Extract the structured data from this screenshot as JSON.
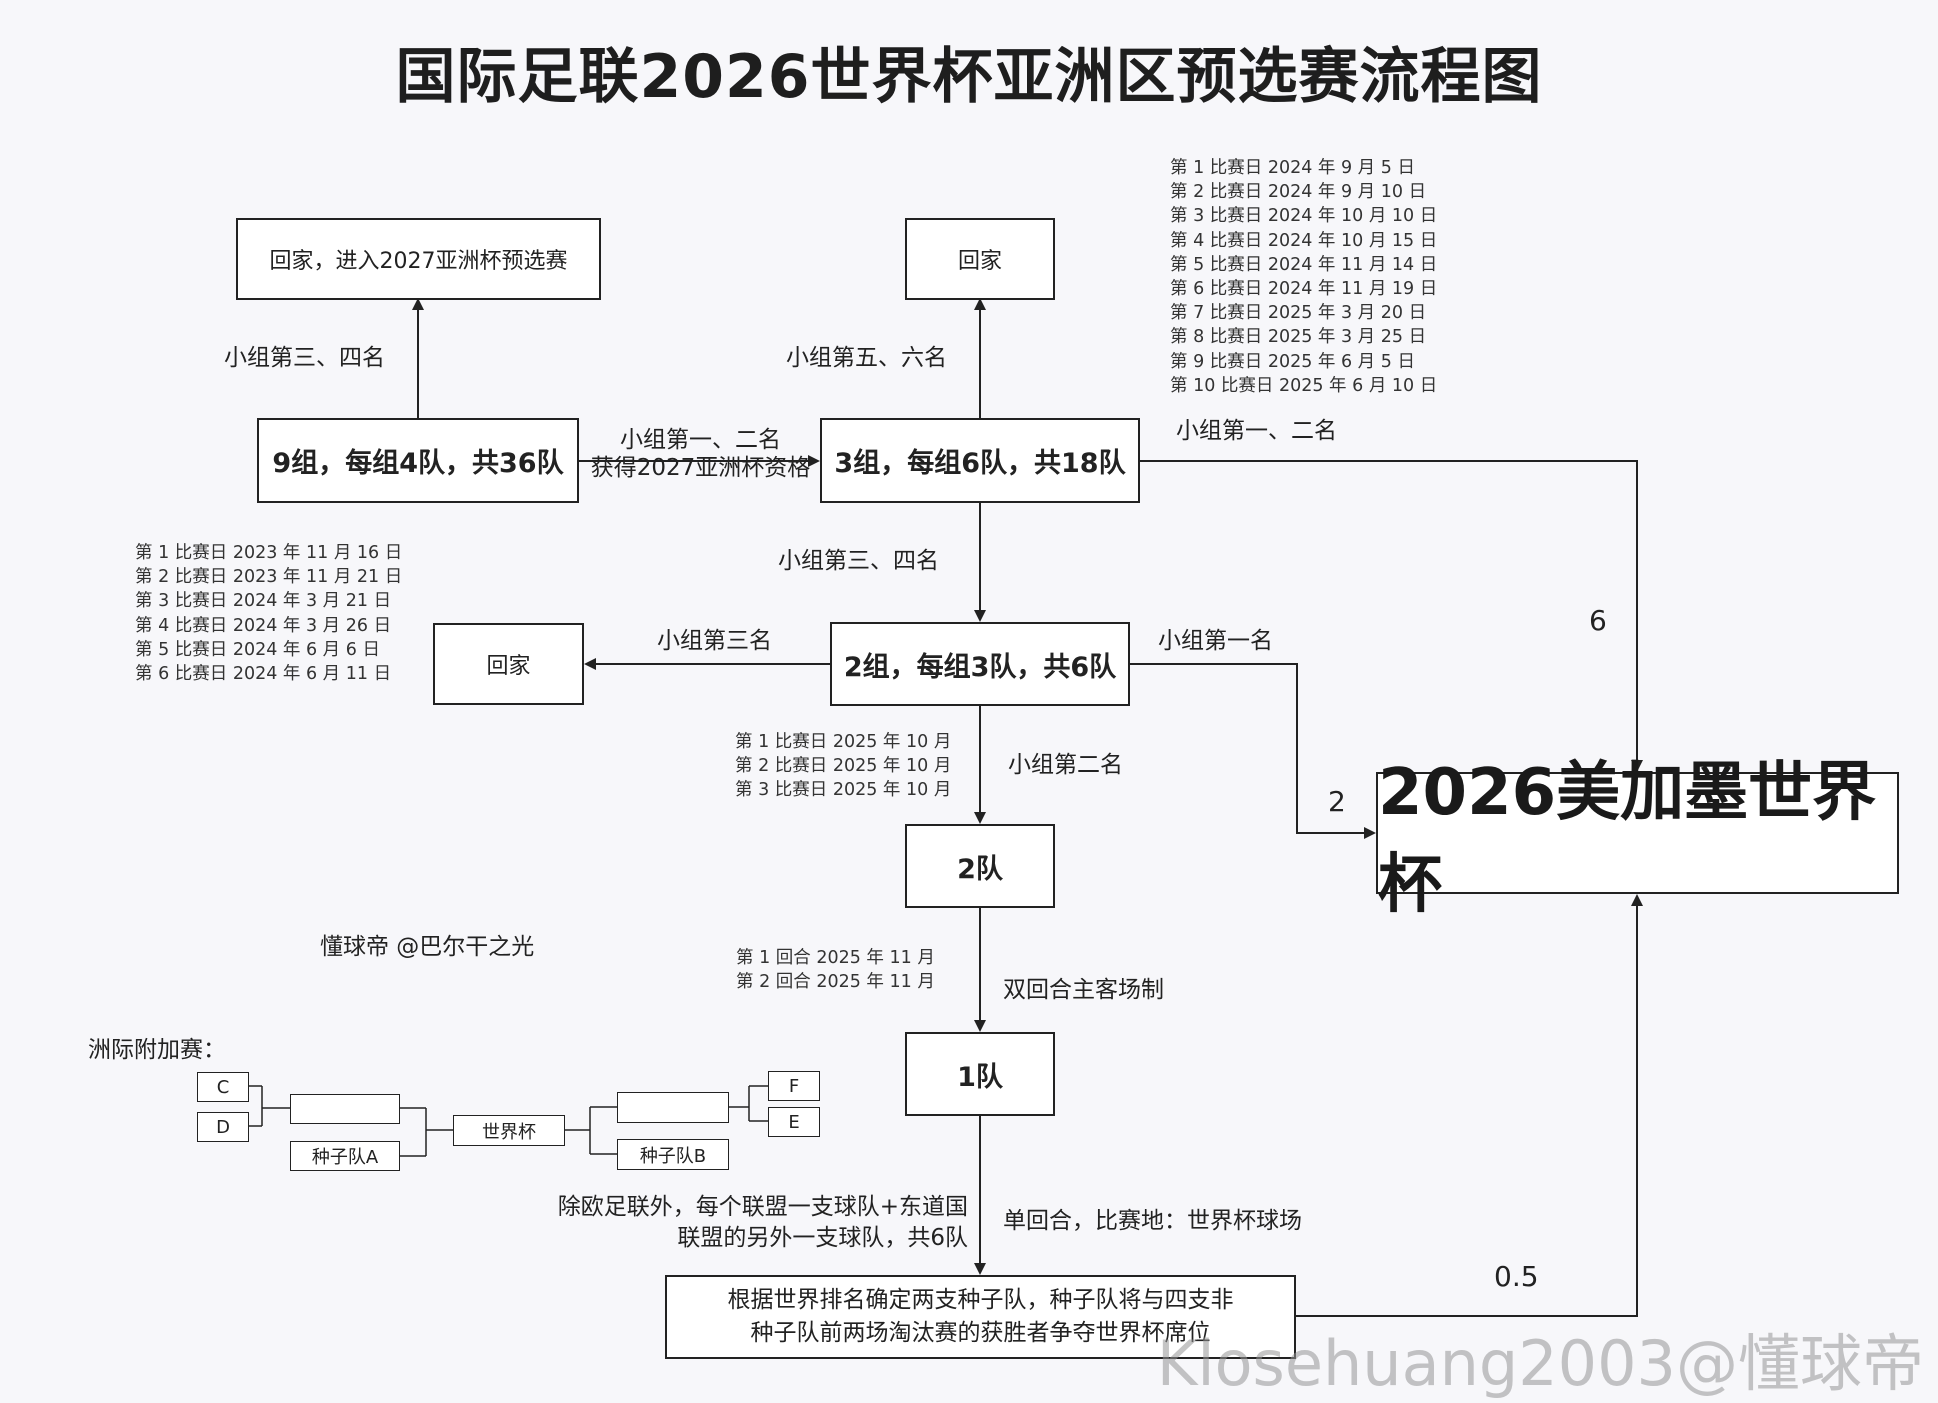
{
  "title": "国际足联2026世界杯亚洲区预选赛流程图",
  "boxes": {
    "home_asian_cup": "回家，进入2027亚洲杯预选赛",
    "home_top": "回家",
    "round_nine_groups": "9组，每组4队，共36队",
    "round_three_groups": "3组，每组6队，共18队",
    "home_mid": "回家",
    "round_two_groups": "2组，每组3队，共6队",
    "two_teams": "2队",
    "one_team": "1队",
    "world_cup": "2026美加墨世界杯",
    "playoff_desc_line1": "根据世界排名确定两支种子队，种子队将与四支非",
    "playoff_desc_line2": "种子队前两场淘汰赛的获胜者争夺世界杯席位"
  },
  "labels": {
    "group_34_left": "小组第三、四名",
    "group_56": "小组第五、六名",
    "group_12_line1": "小组第一、二名",
    "group_12_line2": "获得2027亚洲杯资格",
    "group_12_right": "小组第一、二名",
    "group_34_mid": "小组第三、四名",
    "group_3rd": "小组第三名",
    "group_1st": "小组第一名",
    "group_2nd": "小组第二名",
    "home_away": "双回合主客场制",
    "single_match": "单回合，比赛地：世界杯球场",
    "confed_line1": "除欧足联外，每个联盟一支球队+东道国",
    "confed_line2": "联盟的另外一支球队，共6队",
    "author": "懂球帝 @巴尔干之光",
    "playoff_title": "洲际附加赛："
  },
  "numbers": {
    "slots_six": "6",
    "slots_two": "2",
    "slots_half": "0.5"
  },
  "schedules": {
    "round2": [
      "第 1 比赛日 2023 年 11 月 16 日",
      "第 2 比赛日 2023 年 11 月 21 日",
      "第 3 比赛日 2024 年 3 月 21 日",
      "第 4 比赛日 2024 年 3 月 26 日",
      "第 5 比赛日 2024 年 6 月 6 日",
      "第 6 比赛日 2024 年 6 月 11 日"
    ],
    "round3": [
      "第 1 比赛日 2024 年 9 月 5 日",
      "第 2 比赛日 2024 年 9 月 10 日",
      "第 3 比赛日 2024 年 10 月 10 日",
      "第 4 比赛日 2024 年 10 月 15 日",
      "第 5 比赛日 2024 年 11 月 14 日",
      "第 6 比赛日 2024 年 11 月 19 日",
      "第 7 比赛日 2025 年 3 月 20 日",
      "第 8 比赛日 2025 年 3 月 25 日",
      "第 9 比赛日 2025 年 6 月 5 日",
      "第 10 比赛日 2025 年 6 月 10 日"
    ],
    "round4": [
      "第 1 比赛日 2025 年 10 月",
      "第 2 比赛日 2025 年 10 月",
      "第 3 比赛日 2025 年 10 月"
    ],
    "round5": [
      "第 1 回合 2025 年 11 月",
      "第 2 回合 2025 年 11 月"
    ]
  },
  "bracket": {
    "c": "C",
    "d": "D",
    "seed_a": "种子队A",
    "world_cup": "世界杯",
    "seed_b": "种子队B",
    "f": "F",
    "e": "E"
  },
  "watermark": "Klosehuang2003@懂球帝"
}
